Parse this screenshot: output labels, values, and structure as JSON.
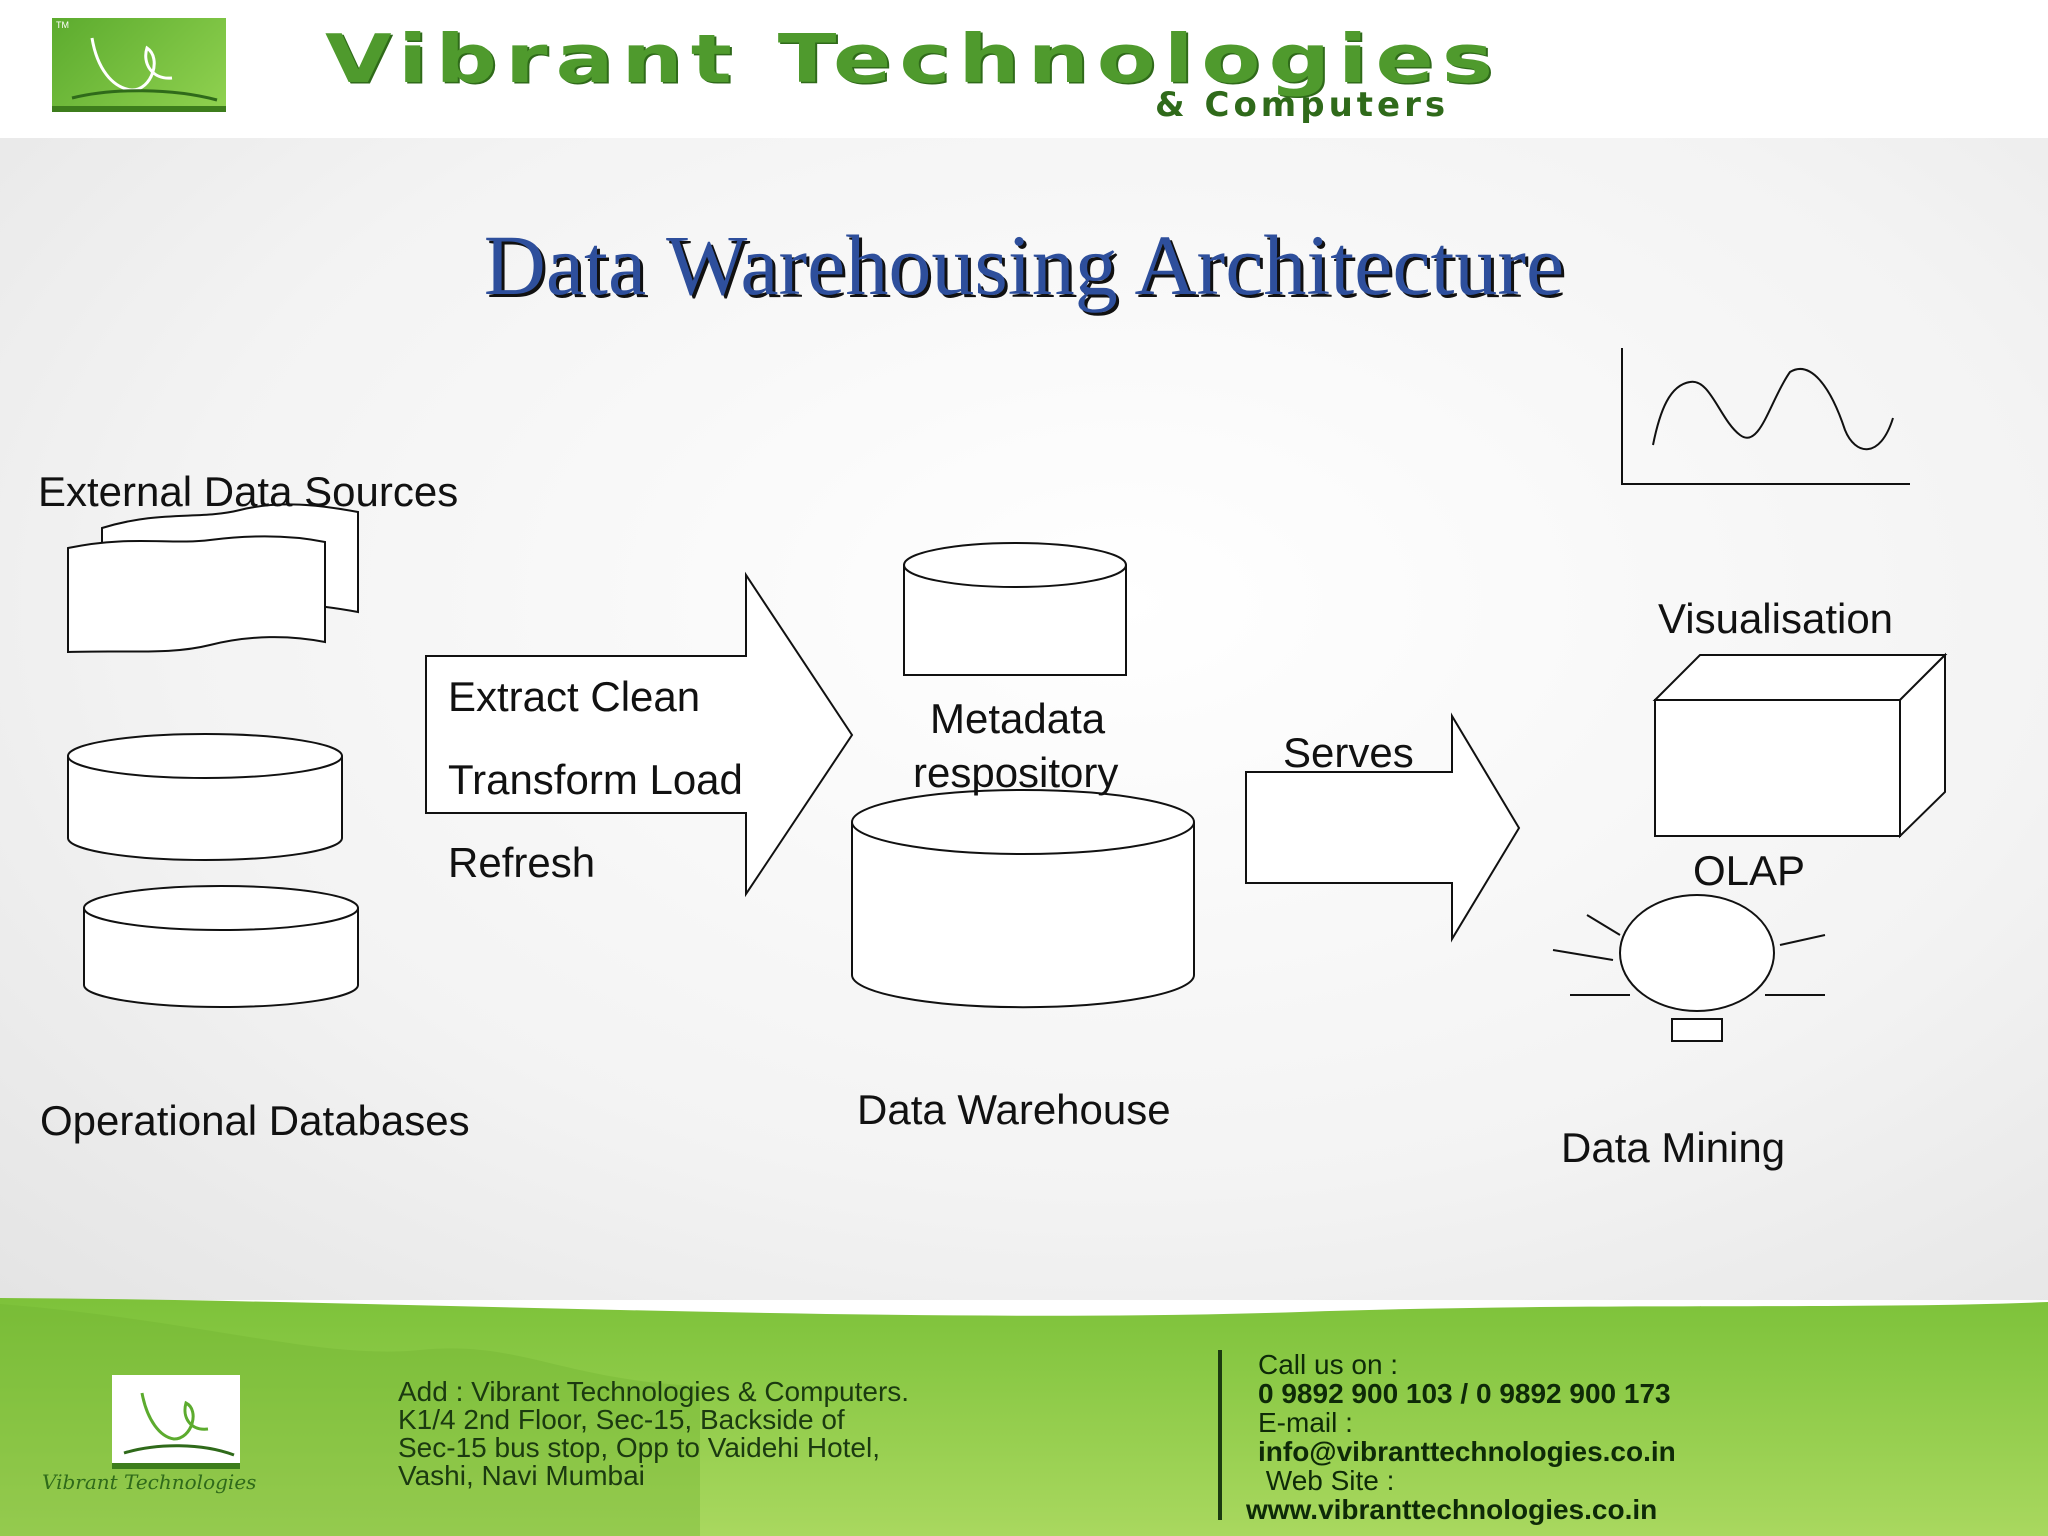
{
  "header": {
    "brand_title": "Vibrant Technologies",
    "brand_sub": "& Computers",
    "logo_mark": "TM"
  },
  "slide": {
    "title": "Data Warehousing Architecture"
  },
  "diagram": {
    "external_sources": "External Data Sources",
    "operational_dbs": "Operational Databases",
    "etl": {
      "line1": "Extract Clean",
      "line2": "Transform Load",
      "line3": "Refresh"
    },
    "metadata": {
      "line1": "Metadata",
      "line2": "respository"
    },
    "warehouse": "Data Warehouse",
    "serves": "Serves",
    "visualisation": "Visualisation",
    "olap": "OLAP",
    "data_mining": "Data Mining"
  },
  "footer": {
    "logo_text": "Vibrant Technologies",
    "address": {
      "line1": "Add : Vibrant Technologies & Computers.",
      "line2": "K1/4 2nd Floor, Sec-15, Backside of",
      "line3": "Sec-15 bus stop, Opp to Vaidehi Hotel,",
      "line4": "Vashi, Navi Mumbai"
    },
    "contact": {
      "call_label": "Call us on :",
      "phones": "0 9892 900 103 /  0 9892 900 173",
      "email_label": "E-mail :",
      "email": "info@vibranttechnologies.co.in",
      "web_label": " Web Site :",
      "web": "www.vibranttechnologies.co.in"
    }
  },
  "colors": {
    "brand_green": "#4f9a2d",
    "title_blue": "#2e4f9c",
    "footer_green": "#9bd052"
  }
}
